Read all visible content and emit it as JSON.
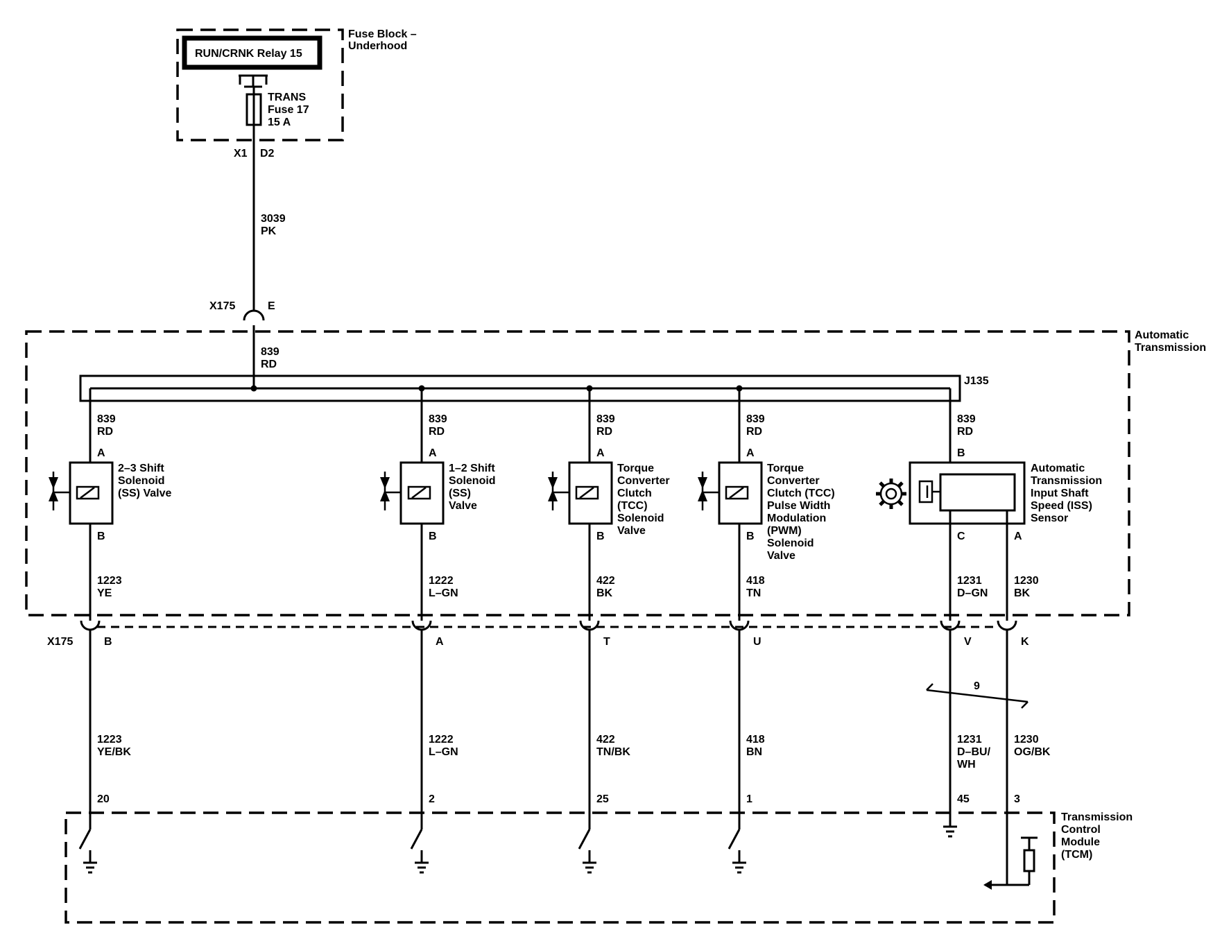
{
  "fuse_block": {
    "label": [
      "Fuse Block –",
      "Underhood"
    ],
    "relay": "RUN/CRNK Relay 15",
    "fuse": [
      "TRANS",
      "Fuse 17",
      "15 A"
    ],
    "connector": "X1",
    "pin": "D2"
  },
  "feed_wire": {
    "circuit": "3039",
    "color": "PK"
  },
  "x175_top": {
    "connector": "X175",
    "pin": "E"
  },
  "auto_trans": {
    "label": [
      "Automatic",
      "Transmission"
    ],
    "feed_wire": {
      "circuit": "839",
      "color": "RD"
    },
    "splice": "J135"
  },
  "branches": [
    {
      "id": "ss23",
      "top_wire": {
        "circuit": "839",
        "color": "RD"
      },
      "pin_top": "A",
      "pin_bottom": "B",
      "component": [
        "2–3 Shift",
        "Solenoid",
        "(SS) Valve"
      ],
      "wire_mid": {
        "circuit": "1223",
        "color": "YE"
      },
      "x175_pin": "B",
      "wire_low": {
        "circuit": "1223",
        "color": "YE/BK"
      },
      "tcm_pin": "20"
    },
    {
      "id": "ss12",
      "top_wire": {
        "circuit": "839",
        "color": "RD"
      },
      "pin_top": "A",
      "pin_bottom": "B",
      "component": [
        "1–2 Shift",
        "Solenoid",
        "(SS)",
        "Valve"
      ],
      "wire_mid": {
        "circuit": "1222",
        "color": "L–GN"
      },
      "x175_pin": "A",
      "wire_low": {
        "circuit": "1222",
        "color": "L–GN"
      },
      "tcm_pin": "2"
    },
    {
      "id": "tcc",
      "top_wire": {
        "circuit": "839",
        "color": "RD"
      },
      "pin_top": "A",
      "pin_bottom": "B",
      "component": [
        "Torque",
        "Converter",
        "Clutch",
        "(TCC)",
        "Solenoid",
        "Valve"
      ],
      "wire_mid": {
        "circuit": "422",
        "color": "BK"
      },
      "x175_pin": "T",
      "wire_low": {
        "circuit": "422",
        "color": "TN/BK"
      },
      "tcm_pin": "25"
    },
    {
      "id": "tccpwm",
      "top_wire": {
        "circuit": "839",
        "color": "RD"
      },
      "pin_top": "A",
      "pin_bottom": "B",
      "component": [
        "Torque",
        "Converter",
        "Clutch (TCC)",
        "Pulse Width",
        "Modulation",
        "(PWM)",
        "Solenoid",
        "Valve"
      ],
      "wire_mid": {
        "circuit": "418",
        "color": "TN"
      },
      "x175_pin": "U",
      "wire_low": {
        "circuit": "418",
        "color": "BN"
      },
      "tcm_pin": "1"
    }
  ],
  "iss": {
    "top_wire": {
      "circuit": "839",
      "color": "RD"
    },
    "pin_top": "B",
    "pin_c": "C",
    "pin_a": "A",
    "component": [
      "Automatic",
      "Transmission",
      "Input Shaft",
      "Speed (ISS)",
      "Sensor"
    ],
    "wire_c": {
      "circuit": "1231",
      "color": "D–GN"
    },
    "wire_a": {
      "circuit": "1230",
      "color": "BK"
    },
    "x175_pin_c": "V",
    "x175_pin_a": "K",
    "page_ref": "9",
    "wire_c_low": {
      "circuit": "1231",
      "color": [
        "D–BU/",
        "WH"
      ]
    },
    "wire_a_low": {
      "circuit": "1230",
      "color": "OG/BK"
    },
    "tcm_pin_c": "45",
    "tcm_pin_a": "3"
  },
  "x175_bottom": {
    "connector": "X175"
  },
  "tcm": {
    "label": [
      "Transmission",
      "Control",
      "Module",
      "(TCM)"
    ]
  }
}
